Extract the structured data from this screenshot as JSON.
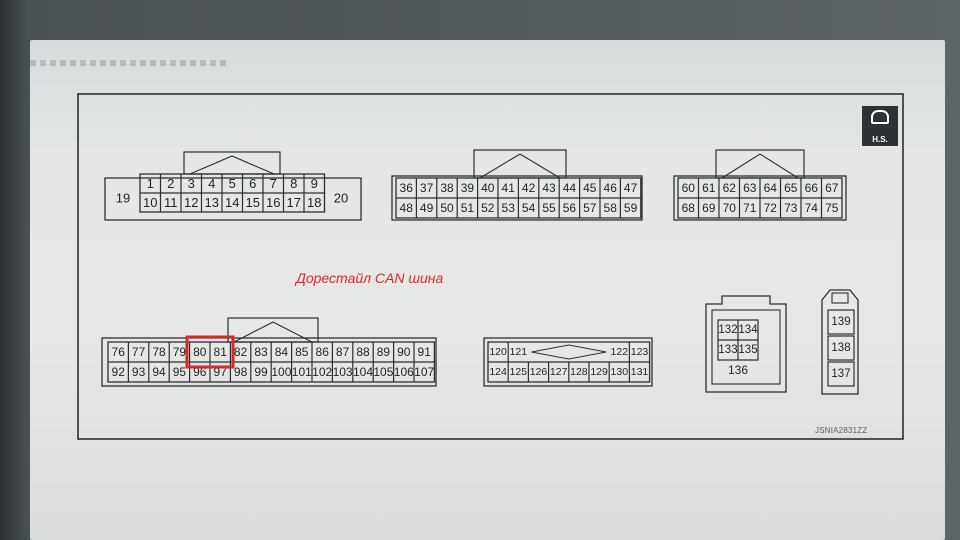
{
  "annotation_text": "Дорестайл CAN шина",
  "reference_code": "JSNIA2831ZZ",
  "badge_text": "H.S.",
  "colors": {
    "annotation": "#e2242a",
    "highlight_box": "#d42a2a",
    "line": "#2b2f30"
  },
  "highlighted_pins": [
    "80",
    "81"
  ],
  "connectors": [
    {
      "id": "connector-a",
      "top_row": [
        "1",
        "2",
        "3",
        "4",
        "5",
        "6",
        "7",
        "8",
        "9"
      ],
      "bottom_row": [
        "10",
        "11",
        "12",
        "13",
        "14",
        "15",
        "16",
        "17",
        "18"
      ],
      "side_pins": [
        "19",
        "20"
      ]
    },
    {
      "id": "connector-b",
      "top_row": [
        "36",
        "37",
        "38",
        "39",
        "40",
        "41",
        "42",
        "43",
        "44",
        "45",
        "46",
        "47"
      ],
      "bottom_row": [
        "48",
        "49",
        "50",
        "51",
        "52",
        "53",
        "54",
        "55",
        "56",
        "57",
        "58",
        "59"
      ]
    },
    {
      "id": "connector-c",
      "top_row": [
        "60",
        "61",
        "62",
        "63",
        "64",
        "65",
        "66",
        "67"
      ],
      "bottom_row": [
        "68",
        "69",
        "70",
        "71",
        "72",
        "73",
        "74",
        "75"
      ]
    },
    {
      "id": "connector-d",
      "top_row": [
        "76",
        "77",
        "78",
        "79",
        "80",
        "81",
        "82",
        "83",
        "84",
        "85",
        "86",
        "87",
        "88",
        "89",
        "90",
        "91"
      ],
      "bottom_row": [
        "92",
        "93",
        "94",
        "95",
        "96",
        "97",
        "98",
        "99",
        "100",
        "101",
        "102",
        "103",
        "104",
        "105",
        "106",
        "107"
      ]
    },
    {
      "id": "connector-e",
      "top_row": [
        "120",
        "121",
        "",
        "",
        "",
        "",
        "122",
        "123"
      ],
      "bottom_row": [
        "124",
        "125",
        "126",
        "127",
        "128",
        "129",
        "130",
        "131"
      ]
    },
    {
      "id": "connector-f",
      "grid": [
        [
          "132",
          "134"
        ],
        [
          "133",
          "135"
        ]
      ],
      "bottom_label": "136"
    },
    {
      "id": "connector-g",
      "column": [
        "139",
        "138",
        "137"
      ]
    }
  ]
}
